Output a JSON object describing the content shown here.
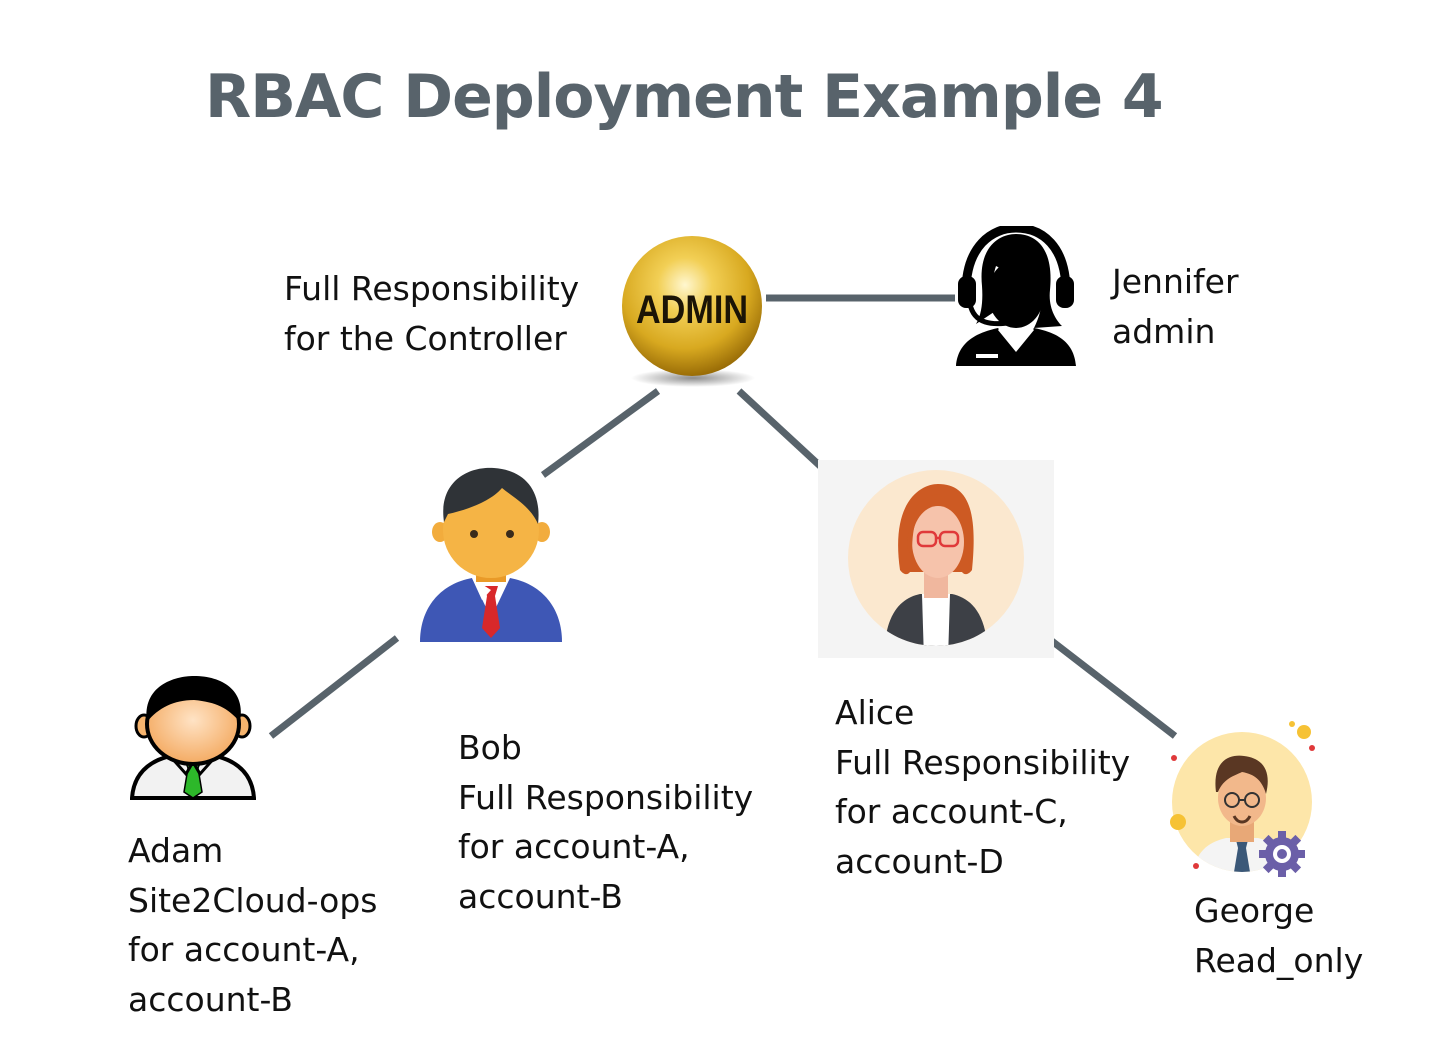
{
  "title": "RBAC Deployment Example 4",
  "admin_badge": "ADMIN",
  "admin_label": {
    "line1": "Full Responsibility",
    "line2": "for the Controller"
  },
  "users": {
    "jennifer": {
      "name": "Jennifer",
      "role": "admin",
      "icon": "headset-agent-icon"
    },
    "bob": {
      "name": "Bob",
      "line1": "Full Responsibility",
      "line2": "for account-A,",
      "line3": "account-B",
      "icon": "businessman-icon"
    },
    "alice": {
      "name": "Alice",
      "line1": "Full Responsibility",
      "line2": "for account-C,",
      "line3": "account-D",
      "icon": "woman-glasses-icon"
    },
    "adam": {
      "name": "Adam",
      "line1": "Site2Cloud-ops",
      "line2": "for account-A,",
      "line3": "account-B",
      "icon": "man-green-tie-icon"
    },
    "george": {
      "name": "George",
      "role": "Read_only",
      "icon": "man-gear-icon"
    }
  },
  "colors": {
    "title": "#58636b",
    "connector": "#58636b",
    "admin_gold": "#d8a920"
  }
}
